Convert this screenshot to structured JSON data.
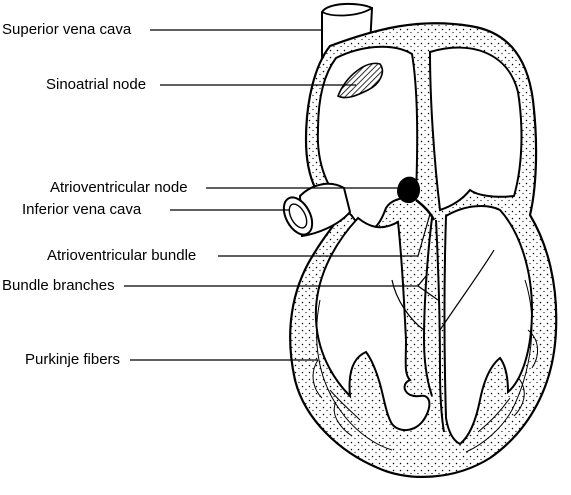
{
  "labels": {
    "superior_vena_cava": "Superior  vena cava",
    "sinoatrial_node": "Sinoatrial node",
    "atrioventricular_node": "Atrioventricular node",
    "inferior_vena_cava": "Inferior vena cava",
    "atrioventricular_bundle": "Atrioventricular bundle",
    "bundle_branches": "Bundle branches",
    "purkinje_fibers": "Purkinje fibers"
  },
  "colors": {
    "line": "#000000",
    "background": "#ffffff",
    "stipple": "#000000"
  }
}
